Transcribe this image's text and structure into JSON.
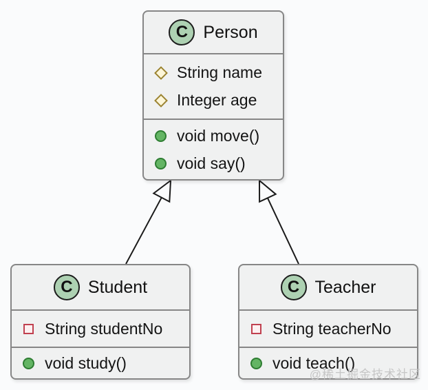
{
  "diagram": {
    "kind": "uml-class-diagram"
  },
  "colors": {
    "background": "#fafbfc",
    "box_fill": "#f0f1f1",
    "box_border": "#868686",
    "class_circle_fill": "#add1b2",
    "protected_field_icon_border": "#9b8331",
    "private_field_icon_border": "#c0404f",
    "public_method_icon_fill": "#64b564",
    "line_color": "#1a1a1a"
  },
  "classes": [
    {
      "id": "person",
      "stereotype_letter": "C",
      "name": "Person",
      "fields": [
        {
          "icon": "diamond-field-icon",
          "text": "String name"
        },
        {
          "icon": "diamond-field-icon",
          "text": "Integer age"
        }
      ],
      "methods": [
        {
          "icon": "circle-method-icon",
          "text": "void move()"
        },
        {
          "icon": "circle-method-icon",
          "text": "void say()"
        }
      ]
    },
    {
      "id": "student",
      "stereotype_letter": "C",
      "name": "Student",
      "fields": [
        {
          "icon": "square-field-icon",
          "text": "String studentNo"
        }
      ],
      "methods": [
        {
          "icon": "circle-method-icon",
          "text": "void study()"
        }
      ]
    },
    {
      "id": "teacher",
      "stereotype_letter": "C",
      "name": "Teacher",
      "fields": [
        {
          "icon": "square-field-icon",
          "text": "String teacherNo"
        }
      ],
      "methods": [
        {
          "icon": "circle-method-icon",
          "text": "void teach()"
        }
      ]
    }
  ],
  "relationships": [
    {
      "from": "Student",
      "to": "Person",
      "type": "inheritance"
    },
    {
      "from": "Teacher",
      "to": "Person",
      "type": "inheritance"
    }
  ],
  "watermark": "@稀土掘金技术社区"
}
